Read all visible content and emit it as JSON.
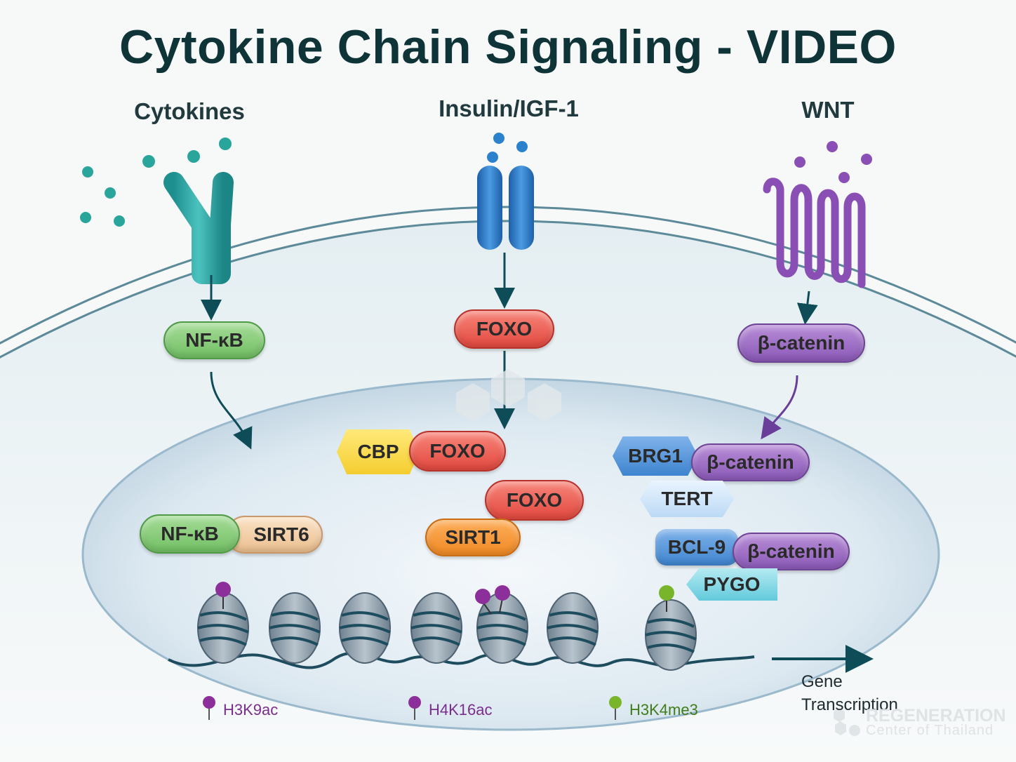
{
  "title": "Cytokine Chain Signaling - VIDEO",
  "pathways": {
    "cytokines": {
      "label": "Cytokines",
      "membrane_protein": "NF-κB"
    },
    "insulin": {
      "label": "Insulin/IGF-1",
      "membrane_protein": "FOXO"
    },
    "wnt": {
      "label": "WNT",
      "membrane_protein": "β-catenin"
    }
  },
  "nucleus": {
    "cytokine_complex": [
      "NF-κB",
      "SIRT6"
    ],
    "insulin_complex_1": [
      "CBP",
      "FOXO"
    ],
    "insulin_complex_2": [
      "FOXO",
      "SIRT1"
    ],
    "wnt_complex_1": [
      "BRG1",
      "β-catenin",
      "TERT"
    ],
    "wnt_complex_2": [
      "BCL-9",
      "β-catenin",
      "PYGO"
    ]
  },
  "legend": [
    {
      "label": "H3K9ac",
      "color": "#7b2d8e"
    },
    {
      "label": "H4K16ac",
      "color": "#7b2d8e"
    },
    {
      "label": "H3K4me3",
      "color": "#5a9a1e"
    }
  ],
  "gene_transcription": [
    "Gene",
    "Transcription"
  ],
  "watermark": {
    "line1": "REGENERATION",
    "line2": "Center of Thailand"
  },
  "colors": {
    "title": "#0f3438",
    "arrow_teal": "#0e4d57",
    "arrow_purple": "#6a3d9a",
    "cytokine_ligand": "#2aa59b",
    "insulin_ligand": "#2b82cc",
    "wnt_ligand": "#8a4fb4"
  }
}
